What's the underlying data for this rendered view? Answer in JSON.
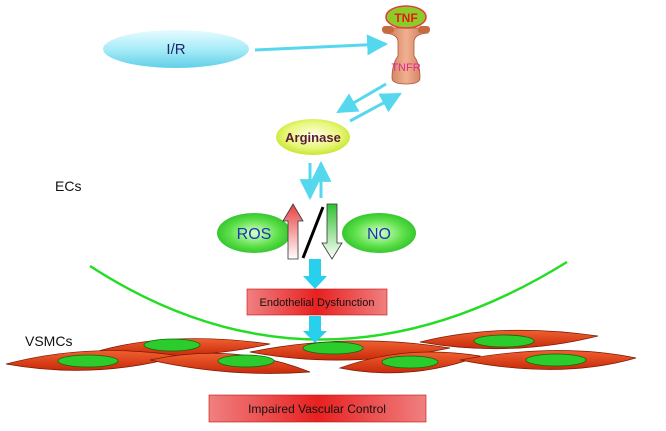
{
  "nodes": {
    "ir": "I/R",
    "tnf": "TNF",
    "tnfr": "TNFR",
    "arginase": "Arginase",
    "ecs": "ECs",
    "ros": "ROS",
    "no": "NO",
    "endothelial_dysfunction": "Endothelial Dysfunction",
    "vsmcs": "VSMCs",
    "impaired_vascular_control": "Impaired Vascular Control"
  },
  "colors": {
    "arrow_cyan": "#55d8ee",
    "ellipse_ir": "#a8ecf8",
    "ellipse_green": "#22cc22",
    "ellipse_arginase": "#d8f040",
    "tnf_fill": "#88cc22",
    "tnf_text": "#e8181a",
    "tnfr_fill": "#d89070",
    "tnfr_text": "#e02890",
    "ros_no_text": "#1a3aa8",
    "red_box": "#e82020",
    "cell_red": "#e23a12",
    "membrane_line": "#22dd22"
  },
  "icons": {
    "up_arrow": "ros-increase-arrow",
    "down_arrow": "no-decrease-arrow",
    "slash": "balance-slash"
  }
}
